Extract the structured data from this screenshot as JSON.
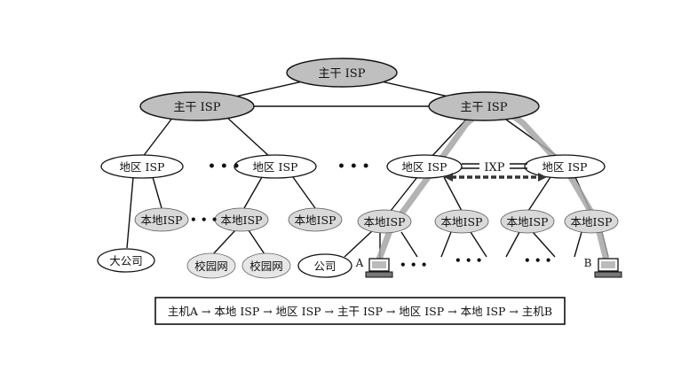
{
  "colors": {
    "backbone_fill": "#bfbfbf",
    "regional_fill": "#ffffff",
    "local_fill": "#d9d9d9",
    "path_arrow": "#a6a6a6",
    "ixp_dashed": "#333333",
    "line": "#111111"
  },
  "nodes": {
    "backbone_top": "主干 ISP",
    "backbone_left": "主干 ISP",
    "backbone_right": "主干 ISP",
    "regional_1": "地区 ISP",
    "regional_2": "地区 ISP",
    "regional_3": "地区 ISP",
    "regional_4": "地区 ISP",
    "ixp": "IXP",
    "local_1": "本地ISP",
    "local_2": "本地ISP",
    "local_3": "本地ISP",
    "local_4": "本地ISP",
    "local_5": "本地ISP",
    "local_6": "本地ISP",
    "local_7": "本地ISP",
    "big_company": "大公司",
    "campus_1": "校园网",
    "campus_2": "校园网",
    "company": "公司",
    "host_a": "A",
    "host_b": "B"
  },
  "ellipses_text": "• • •",
  "path_caption": "主机A → 本地 ISP → 地区 ISP → 主干 ISP → 地区 ISP → 本地 ISP → 主机B"
}
